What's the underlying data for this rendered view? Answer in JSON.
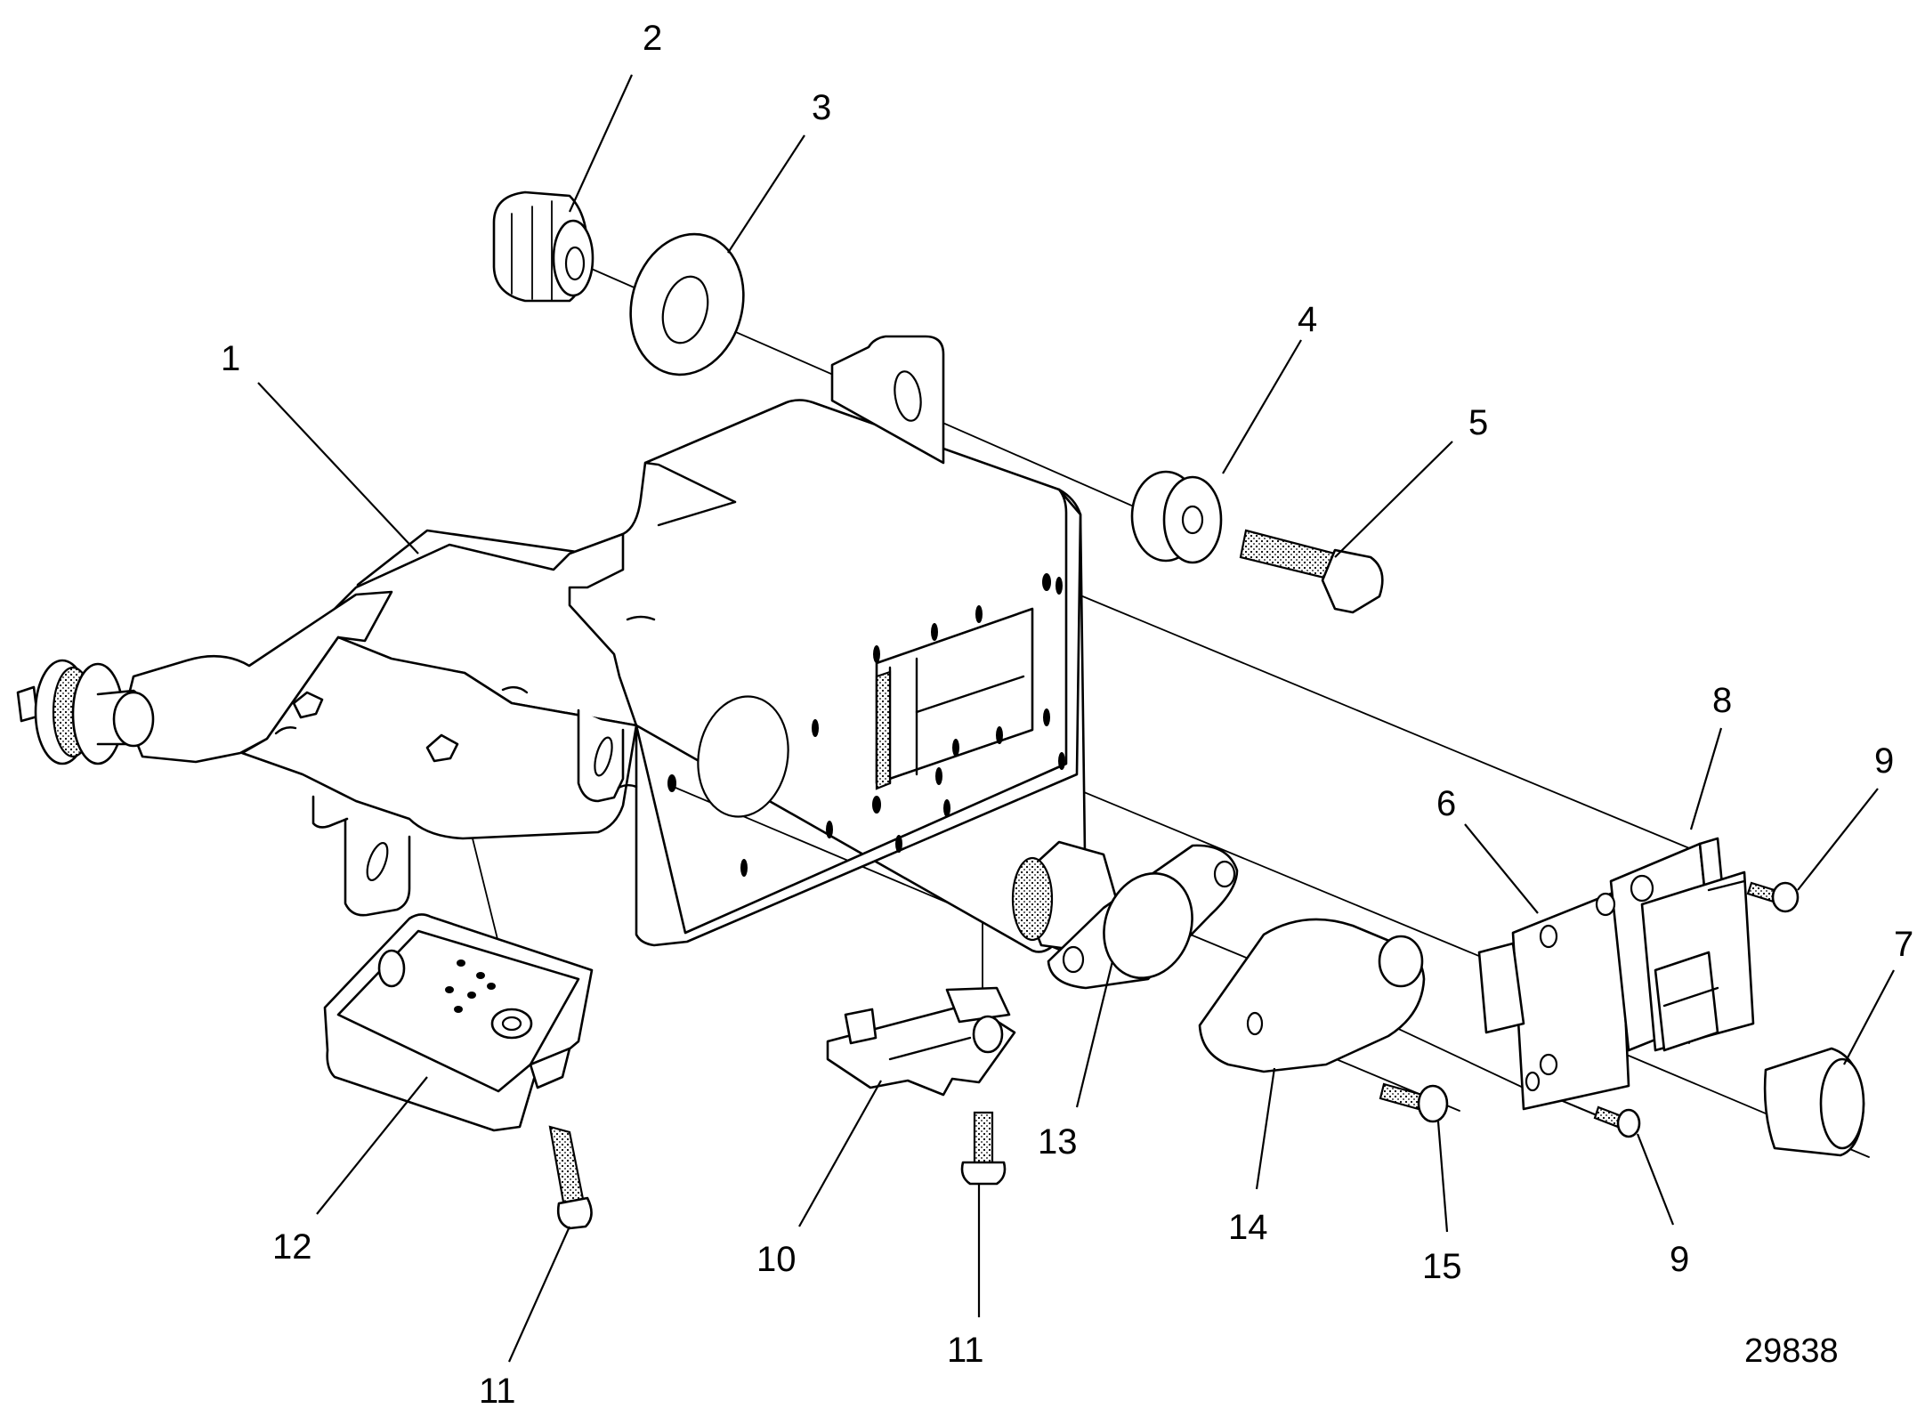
{
  "figure_number": "29838",
  "callouts": {
    "c1": "1",
    "c2": "2",
    "c3": "3",
    "c4": "4",
    "c5": "5",
    "c6": "6",
    "c7": "7",
    "c8": "8",
    "c9a": "9",
    "c9b": "9",
    "c10": "10",
    "c11a": "11",
    "c11b": "11",
    "c12": "12",
    "c13": "13",
    "c14": "14",
    "c15": "15"
  }
}
